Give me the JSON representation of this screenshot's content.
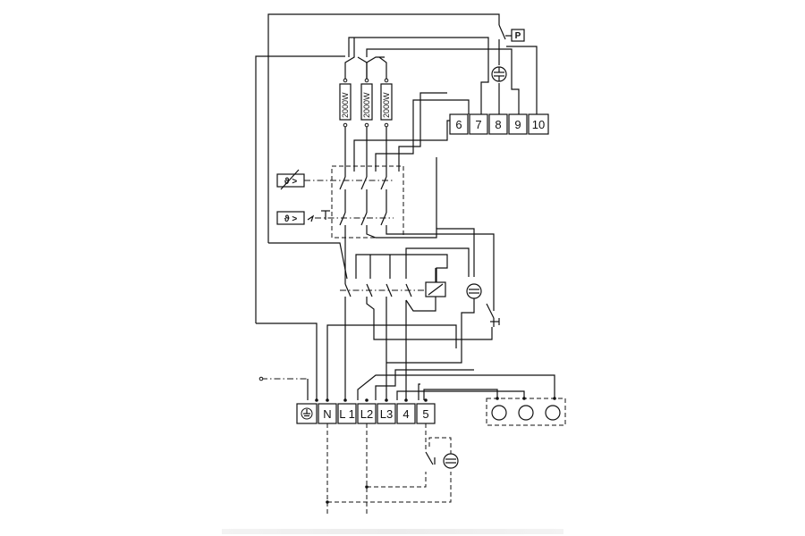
{
  "diagram": {
    "heaters": [
      {
        "label": "2000W"
      },
      {
        "label": "2000W"
      },
      {
        "label": "2000W"
      }
    ],
    "upper_terminals": [
      "6",
      "7",
      "8",
      "9",
      "10"
    ],
    "main_terminals": [
      "N",
      "L 1",
      "L2",
      "L3",
      "4",
      "5"
    ],
    "pressure_switch_label": "P",
    "thermostat_symbol": "ϑ >",
    "limiter_symbol": "ϑ >"
  }
}
